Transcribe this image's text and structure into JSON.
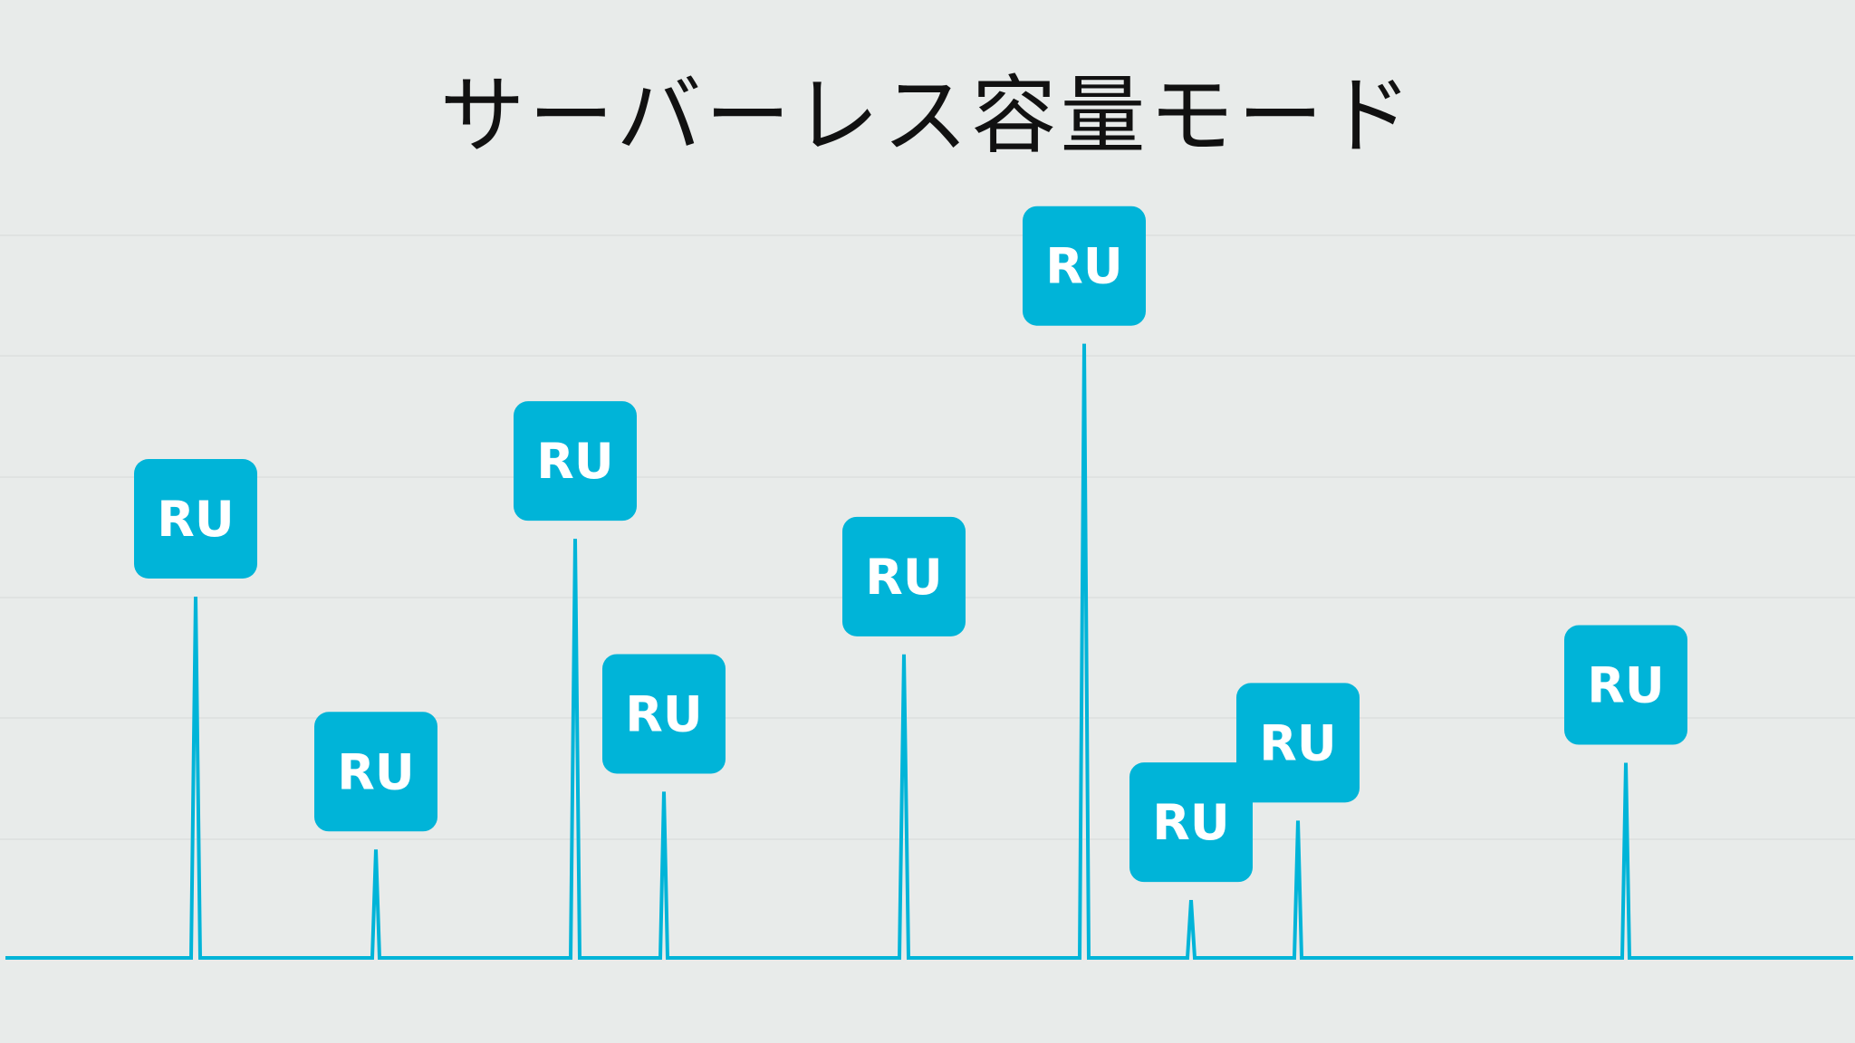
{
  "title": "サーバーレス容量モード",
  "colors": {
    "background": "#e8ebea",
    "accent": "#00b4d8",
    "grid": "#dcdfde"
  },
  "unit_label": "RU",
  "spikes": [
    {
      "level": 0.5,
      "label": "RU"
    },
    {
      "level": 0.15,
      "label": "RU"
    },
    {
      "level": 0.58,
      "label": "RU"
    },
    {
      "level": 0.23,
      "label": "RU"
    },
    {
      "level": 0.42,
      "label": "RU"
    },
    {
      "level": 0.85,
      "label": "RU"
    },
    {
      "level": 0.08,
      "label": "RU"
    },
    {
      "level": 0.19,
      "label": "RU"
    },
    {
      "level": 0.27,
      "label": "RU"
    }
  ]
}
